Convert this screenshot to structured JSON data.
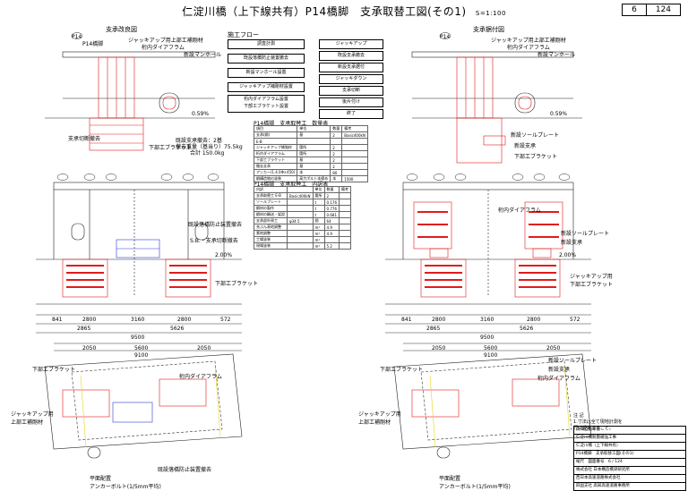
{
  "header": {
    "title": "仁淀川橋（上下線共有）P14橋脚　支承取替工図(その1)",
    "scale": "S=1:100",
    "page_current": "6",
    "page_total": "124"
  },
  "sections": {
    "left_title": "支承改良図",
    "right_title": "支承据付図",
    "flow_title": "施工フロー"
  },
  "flow": {
    "left": [
      "調査計測",
      "既設落橋防止装置撤去",
      "新設マンホール設置",
      "ジャッキアップ補剛材設置",
      "桁内ダイアフラム設置\n下部工ブラケット設置"
    ],
    "right": [
      "ジャッキアップ",
      "既設支承撤去",
      "新設支承据付",
      "ジャッキダウン",
      "支承切断",
      "後片付け",
      "終了"
    ]
  },
  "annotations": {
    "pier": "P14",
    "p14_label": "P14橋脚",
    "jack_stiffener": "ジャッキアップ用上部工補剛材",
    "diaphragm": "桁内ダイアフラム",
    "manhole": "新設マンホール",
    "old_bearing_removal": "支承切断撤去",
    "bracket": "下部工ブラケット",
    "existing_bearing": "既設支承撤去：2基",
    "existing_weight": "撤去重量（基当り）75.5kg",
    "existing_total": "合計 150.0kg",
    "sole_plate": "新設ソールプレート",
    "new_bearing": "新設支承",
    "jack_beam": "ジャッキアップ用\n下部工ブラケット",
    "fall_prevention": "既設落橋防止装置撤去",
    "sb": "S.B.・支承切断撤去",
    "jack_stiffener2": "ジャッキアップ用\n上部工補剛材",
    "anchor": "平面配置\nアンカーボルト(1/5mm平均)",
    "bracket2": "下部工ブラケット",
    "level": "0.59%",
    "level2": "2.00%",
    "left_base": "下部工ブラケット"
  },
  "dims": {
    "top": [
      "841",
      "2800",
      "3160",
      "2800",
      "572"
    ],
    "mid": [
      "2865",
      "5626"
    ],
    "total": "9500",
    "plan_top": [
      "2050",
      "5600",
      "2050"
    ],
    "plan_total": "9100"
  },
  "table1": {
    "title": "P14橋脚　支承取替工　数量表",
    "headers": [
      "項目",
      "単位",
      "数量",
      "備考"
    ],
    "rows": [
      [
        "支承(鋼)",
        "基",
        "2",
        "Basic400kN"
      ],
      [
        "E-B",
        "",
        "",
        ""
      ],
      [
        "ジャッキアップ補強材",
        "箇所",
        "2",
        ""
      ],
      [
        "桁内ダイアフラム",
        "箇所",
        "2",
        ""
      ],
      [
        "下部工ブラケット",
        "基",
        "2",
        ""
      ],
      [
        "撤去支承",
        "基",
        "2",
        ""
      ],
      [
        "アンカー(1.4.0Φ×450)",
        "本",
        "80",
        ""
      ],
      [
        "鋼構造物の塗装",
        "高力ボルト本締め",
        "本",
        "1500"
      ]
    ]
  },
  "table2": {
    "title": "P14橋脚　支承取替工　内訳表",
    "headers": [
      "内訳",
      "",
      "単位",
      "数量",
      "備考"
    ],
    "rows": [
      [
        "支承取替工 E-B",
        "Basic400kN",
        "箇所",
        "2",
        ""
      ],
      [
        "ソールプレート",
        "",
        "t",
        "0.176",
        ""
      ],
      [
        "鋼材の製作",
        "",
        "t",
        "0.776",
        ""
      ],
      [
        "鋼材の輸送・架設",
        "",
        "t",
        "0.681",
        ""
      ],
      [
        "支承部外周工",
        "φ34.5",
        "個",
        "64",
        ""
      ],
      [
        "充ぶん表地調整",
        "",
        "m²",
        "4.9",
        ""
      ],
      [
        "素地調整",
        "",
        "m²",
        "4.9",
        ""
      ],
      [
        "工場塗装",
        "",
        "m²",
        "",
        ""
      ],
      [
        "現場塗装",
        "",
        "m²",
        "5.2",
        ""
      ]
    ]
  },
  "notes": {
    "heading": "注 記",
    "line1": "1.寸法は全て現地計測を",
    "line2": "  行い設定すること。"
  },
  "title_block": {
    "rows": [
      "高知自動車道",
      "仁淀川橋耐震補強工事",
      "仁淀川橋（上下線共有）",
      "P14橋脚　支承取替工図(その1)",
      "縮尺　図面番号　6 / 124",
      "株式会社 日本構造橋梁研究所",
      "西日本高速道路株式会社",
      "四国支社 高知高速道路事務所"
    ]
  },
  "colors": {
    "red": "#e21b1b",
    "blue": "#2a3bd6",
    "yellow": "#e9d41a",
    "line": "#222222",
    "dim": "#333333"
  }
}
